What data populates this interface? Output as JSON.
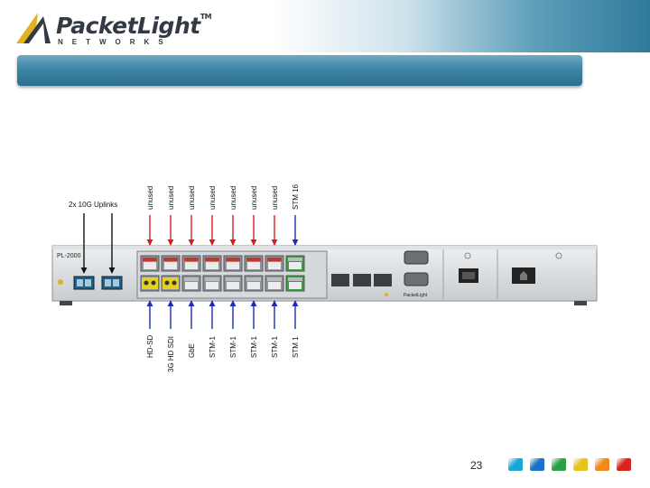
{
  "brand": {
    "name": "PacketLight",
    "tm": "TM",
    "subtitle": "NETWORKS"
  },
  "device": {
    "model": "PL-2000"
  },
  "labels": {
    "uplinks": "2x 10G Uplinks",
    "top": [
      "unused",
      "unused",
      "unused",
      "unused",
      "unused",
      "unused",
      "unused",
      "STM 16"
    ],
    "bottom": [
      "HD-SD",
      "3G HD SDI",
      "GbE",
      "STM-1",
      "STM-1",
      "STM-1",
      "STM-1",
      "STM 1"
    ]
  },
  "colors": {
    "accent_red": "#d21e1e",
    "accent_blue": "#1c2fb4",
    "title_bar": "#3f86a6"
  },
  "footer": {
    "page_number": "23",
    "nav_buttons": [
      {
        "icon": "nav-cyan-icon",
        "color": "#1aa7d8"
      },
      {
        "icon": "nav-blue-icon",
        "color": "#1b73c8"
      },
      {
        "icon": "nav-green-icon",
        "color": "#2ca048"
      },
      {
        "icon": "nav-yellow-icon",
        "color": "#e8c21c"
      },
      {
        "icon": "nav-orange-icon",
        "color": "#f08a1c"
      },
      {
        "icon": "nav-red-icon",
        "color": "#d8231f"
      }
    ]
  }
}
